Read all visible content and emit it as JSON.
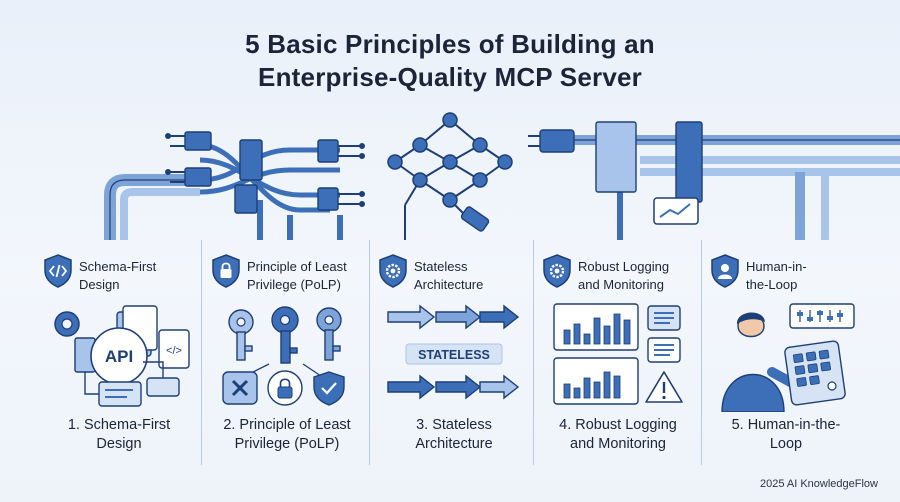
{
  "title": {
    "line1": "5 Basic Principles of Building an",
    "line2": "Enterprise-Quality MCP Server"
  },
  "colors": {
    "primary": "#3d6fb8",
    "dark": "#1d3f78",
    "light": "#a9c4ea",
    "background": "#eef3fa"
  },
  "principles": [
    {
      "head": [
        "Schema-First",
        "Design"
      ],
      "foot": [
        "1. Schema-First",
        "Design"
      ],
      "icon": "code-icon",
      "illus_label": "API"
    },
    {
      "head": [
        "Principle of Least",
        "Privilege (PoLP)"
      ],
      "foot": [
        "2. Principle of Least",
        "Privilege (PoLP)"
      ],
      "icon": "lock-icon"
    },
    {
      "head": [
        "Stateless",
        "Architecture"
      ],
      "foot": [
        "3. Stateless",
        "Architecture"
      ],
      "icon": "gear-icon",
      "illus_label": "STATELESS"
    },
    {
      "head": [
        "Robust Logging",
        "and Monitoring"
      ],
      "foot": [
        "4. Robust Logging",
        "and Monitoring"
      ],
      "icon": "gear-icon"
    },
    {
      "head": [
        "Human-in-",
        "the-Loop"
      ],
      "foot": [
        "5. Human-in-the-",
        "Loop"
      ],
      "icon": "user-icon"
    }
  ],
  "credit": "2025 AI KnowledgeFlow"
}
